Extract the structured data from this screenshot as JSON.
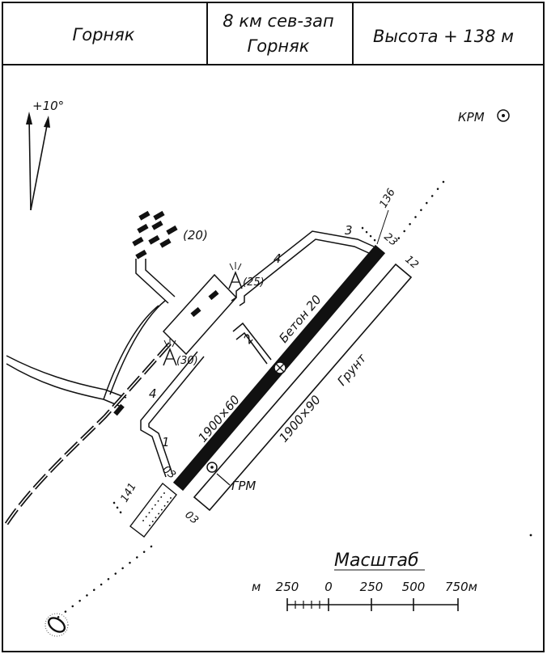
{
  "header": {
    "aerodrome_name": "Горняк",
    "location_line1": "8 км сев-зап",
    "location_line2": "Горняк",
    "elevation": "Высота  + 138 м"
  },
  "map": {
    "declination": "+10°",
    "krm_label": "КРМ",
    "grm_label": "ГРМ",
    "paved_runway_surface": "Бетон 20",
    "paved_runway_size": "1900×60",
    "dirt_runway_surface": "Грунт",
    "dirt_runway_size": "1900×90",
    "heading_ne_paved": "23",
    "heading_ne_dirt": "12",
    "heading_sw_paved": "03",
    "heading_sw_dirt": "03",
    "elev_ne": "136",
    "elev_sw": "141",
    "taxiway_1": "1",
    "taxiway_2": "2",
    "taxiway_3": "3",
    "taxiway_4_upper": "4",
    "taxiway_4_lower": "4",
    "building_height_1": "(20)",
    "building_height_2": "(25)",
    "building_height_3": "(30)"
  },
  "scale": {
    "title": "Масштаб",
    "unit_left": "м",
    "ticks": [
      "250",
      "0",
      "250",
      "500",
      "750м"
    ]
  }
}
